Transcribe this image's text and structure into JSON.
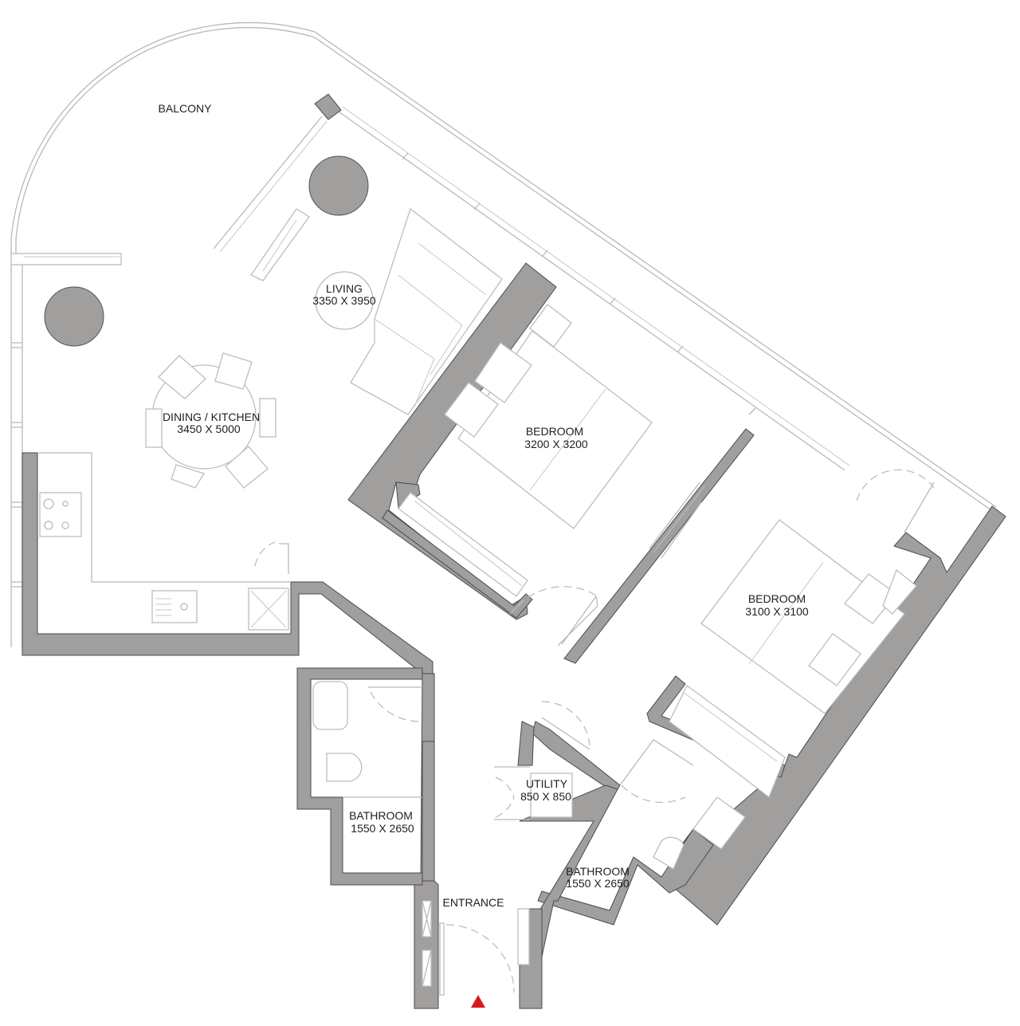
{
  "plan": {
    "colors": {
      "wall": "#a19e9e",
      "line": "#b9b9b9",
      "text": "#1e1e1e",
      "entrance_marker": "#d71920"
    },
    "rooms": [
      {
        "id": "balcony",
        "name": "BALCONY",
        "size": ""
      },
      {
        "id": "living",
        "name": "LIVING",
        "size": "3350 X  3950"
      },
      {
        "id": "dining",
        "name": "DINING / KITCHEN",
        "size": "3450 X 5000"
      },
      {
        "id": "bedroom1",
        "name": "BEDROOM",
        "size": "3200 X 3200"
      },
      {
        "id": "bedroom2",
        "name": "BEDROOM",
        "size": "3100 X 3100"
      },
      {
        "id": "utility",
        "name": "UTILITY",
        "size": "850 X 850"
      },
      {
        "id": "bathroom1",
        "name": "BATHROOM",
        "size": "1550 X 2650"
      },
      {
        "id": "bathroom2",
        "name": "BATHROOM",
        "size": "1550 X 2650"
      },
      {
        "id": "entrance",
        "name": "ENTRANCE",
        "size": ""
      }
    ],
    "entrance_marker": "entrance-arrow"
  }
}
